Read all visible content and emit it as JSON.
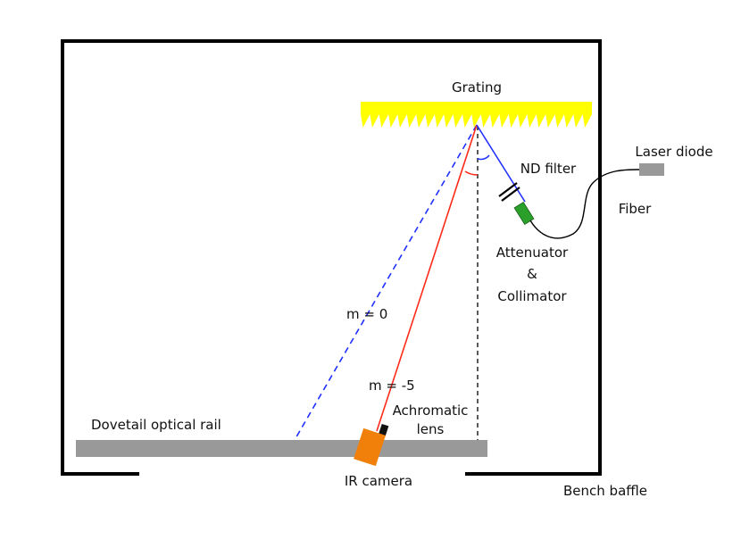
{
  "labels": {
    "grating": "Grating",
    "laser_diode": "Laser diode",
    "nd_filter": "ND filter",
    "fiber": "Fiber",
    "attenuator_l1": "Attenuator",
    "attenuator_l2": "&",
    "attenuator_l3": "Collimator",
    "m0": "m = 0",
    "m5": "m = -5",
    "achromatic_l1": "Achromatic",
    "achromatic_l2": "lens",
    "rail": "Dovetail optical rail",
    "ir_camera": "IR camera",
    "bench_baffle": "Bench baffle"
  },
  "colors": {
    "grating": "#ffff00",
    "rail": "#999999",
    "laser": "#999999",
    "attenuator": "#2aa02a",
    "camera": "#f0800a",
    "incident_beam": "#2030ff",
    "diffracted_beam": "#ff2a1a",
    "zero_order": "#2030ff",
    "frame": "#000000"
  }
}
